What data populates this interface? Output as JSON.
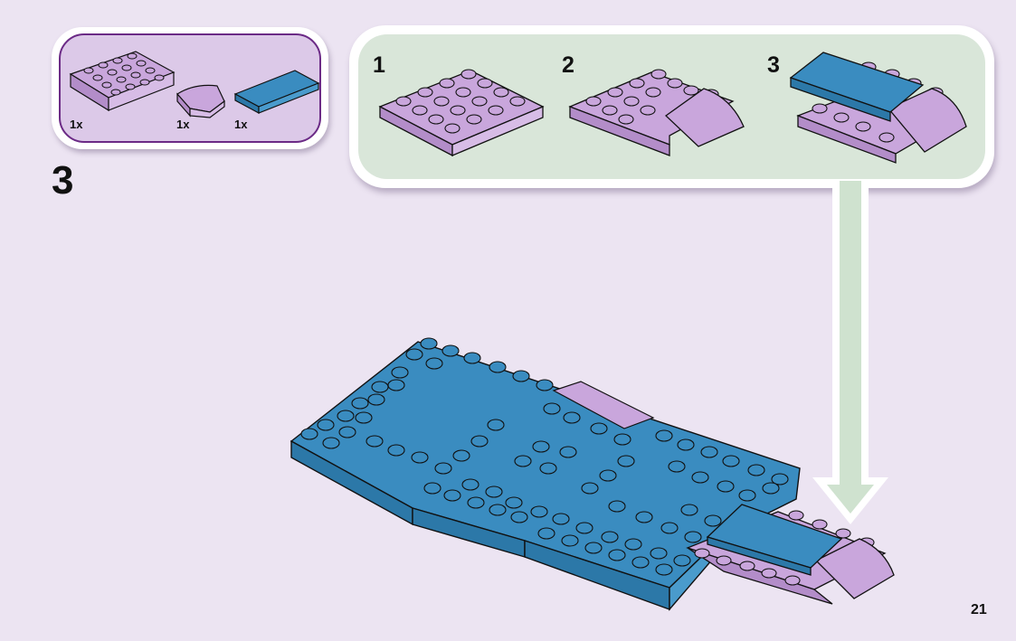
{
  "page": {
    "step_number": "3",
    "page_number": "21"
  },
  "parts_list": {
    "items": [
      {
        "name": "purple-plate-4x4",
        "color": "#C9A6DC",
        "qty": "1x"
      },
      {
        "name": "purple-curved-slope",
        "color": "#C9A6DC",
        "qty": "1x"
      },
      {
        "name": "blue-tile-2x4",
        "color": "#3A8CC0",
        "qty": "1x"
      }
    ]
  },
  "substeps": [
    {
      "label": "1"
    },
    {
      "label": "2"
    },
    {
      "label": "3"
    }
  ],
  "colors": {
    "background": "#ECE4F2",
    "purple_brick": "#C9A6DC",
    "blue_brick": "#3A8CC0",
    "arrow": "#CFE2CF",
    "parts_border": "#6B2A86"
  }
}
